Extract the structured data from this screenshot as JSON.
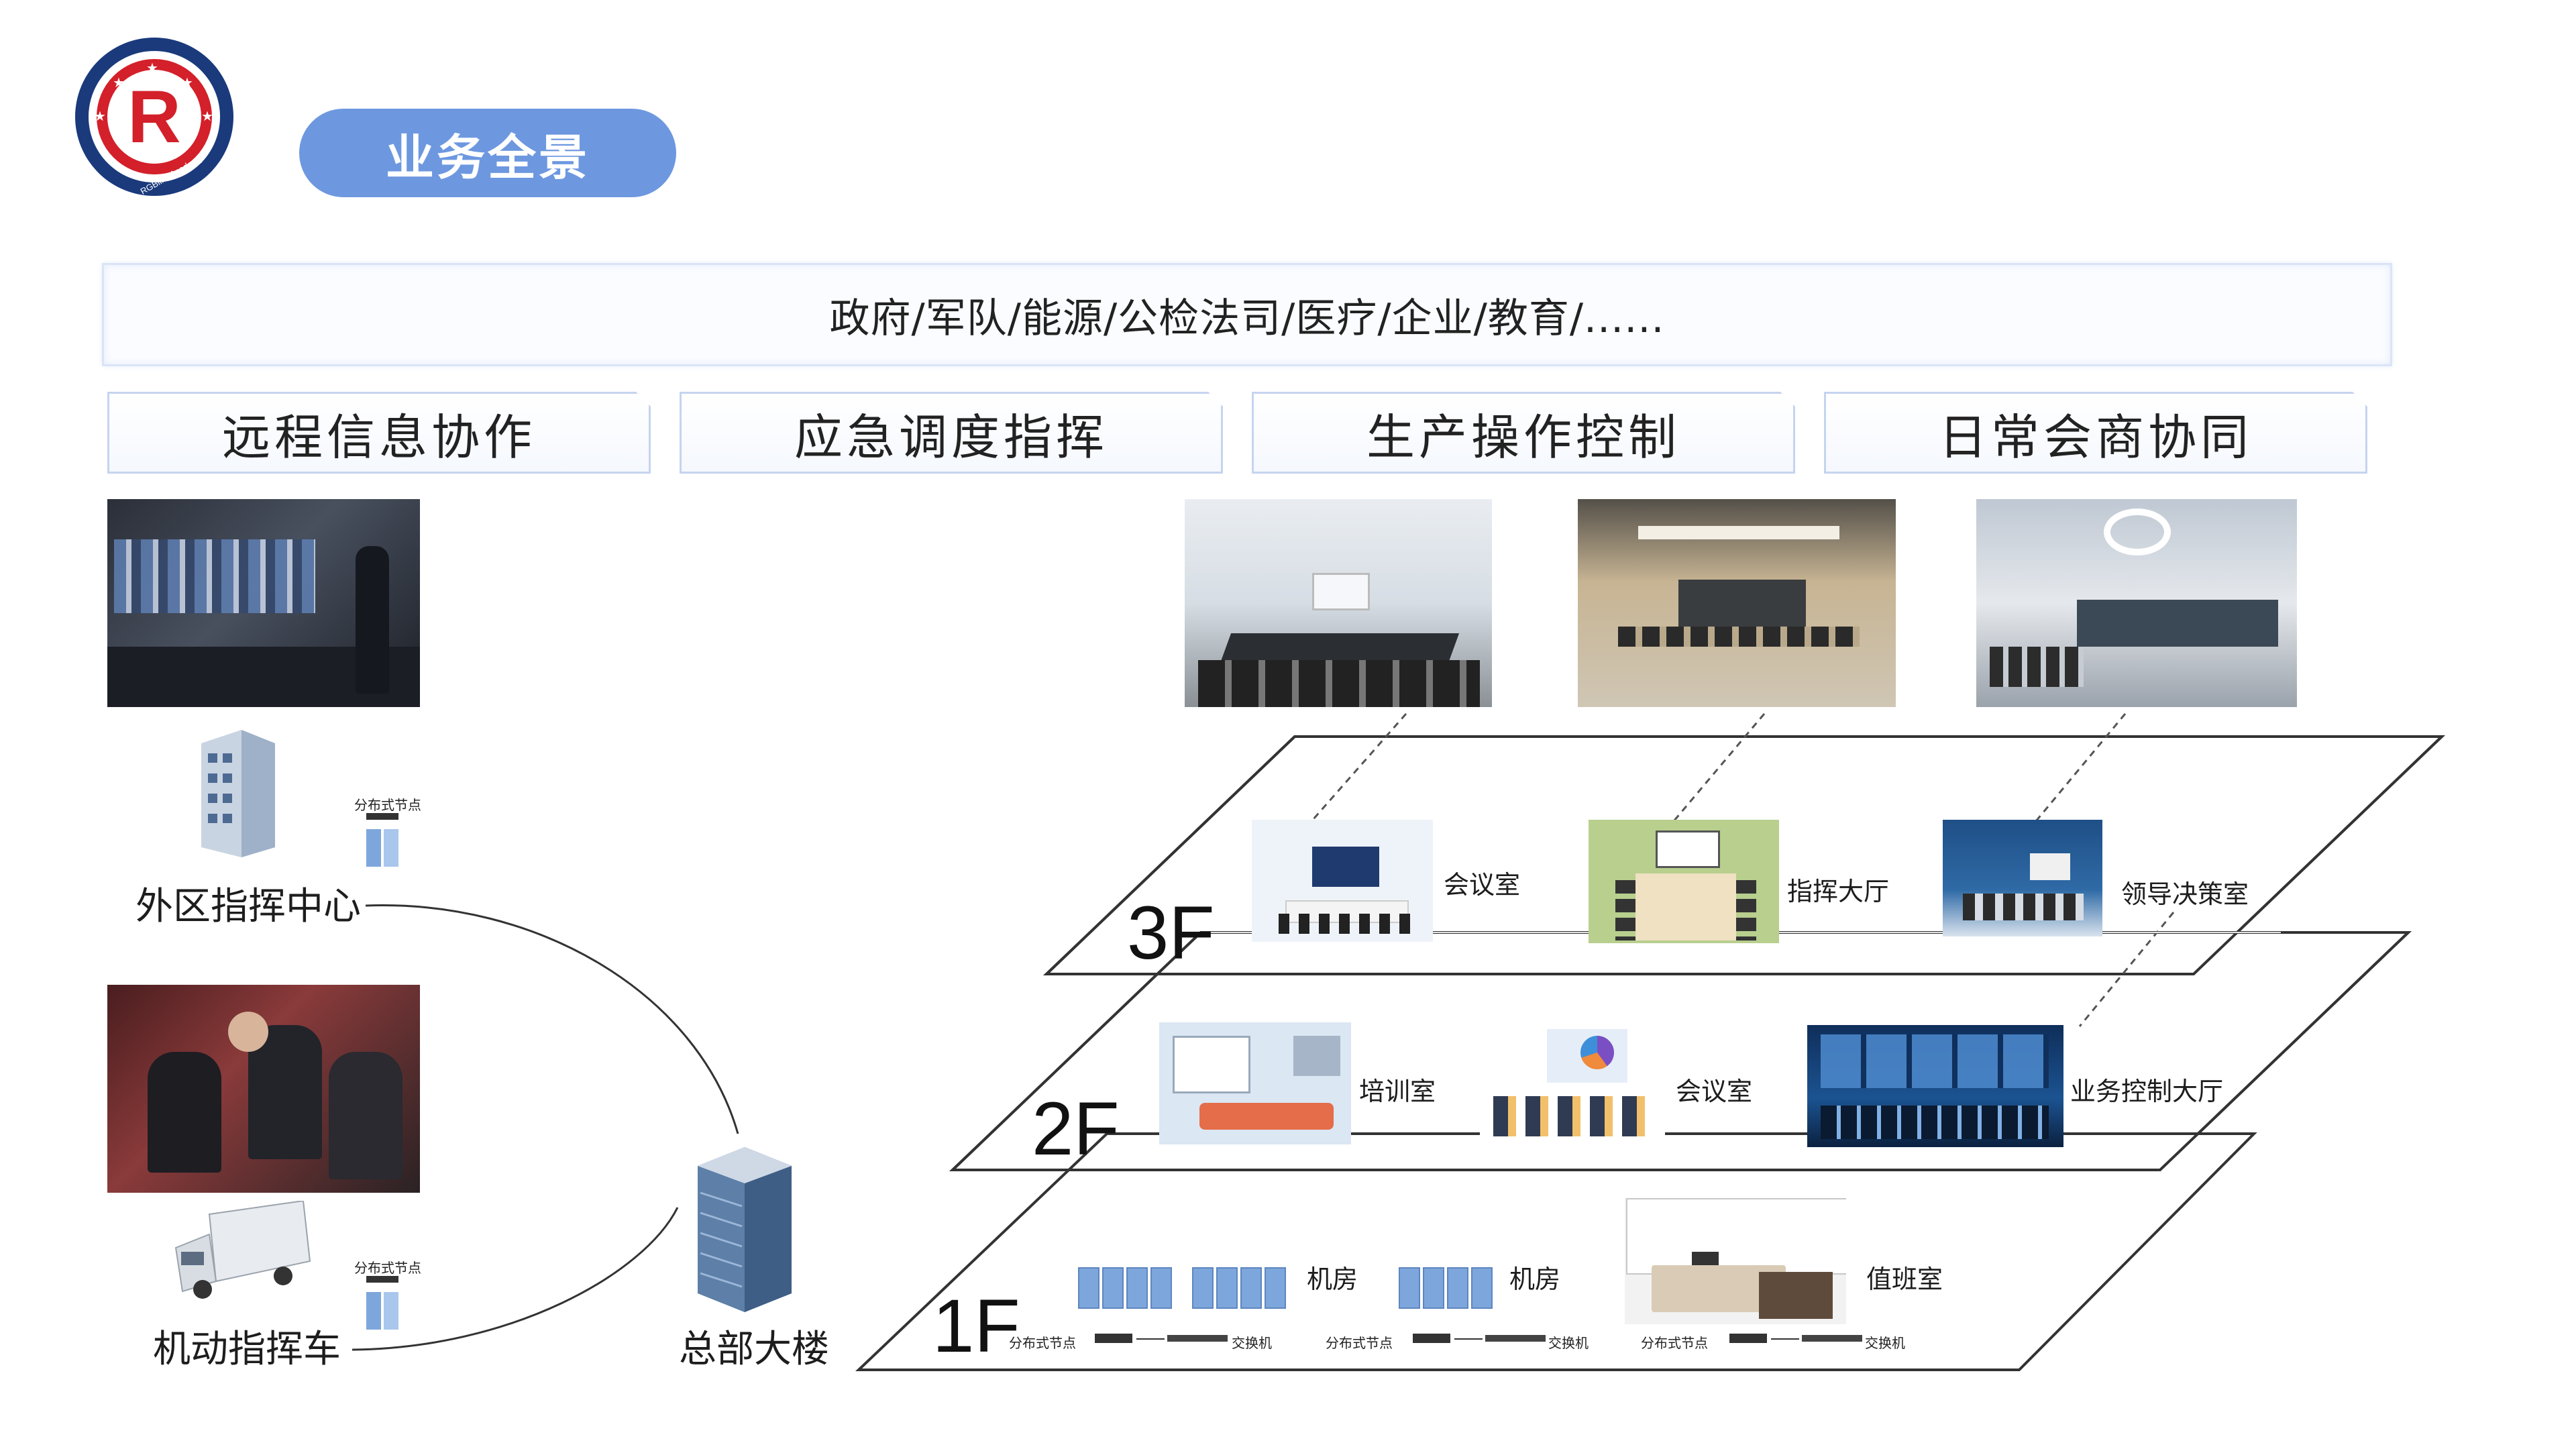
{
  "header": {
    "logo_letter": "R",
    "logo_ring_text": "RGBlink Academy",
    "title": "业务全景"
  },
  "sectors_banner": "政府/军队/能源/公检法司/医疗/企业/教育/......",
  "categories": [
    "远程信息协作",
    "应急调度指挥",
    "生产操作控制",
    "日常会商协同"
  ],
  "left": {
    "outer_center_label": "外区指挥中心",
    "vehicle_label": "机动指挥车",
    "hq_label": "总部大楼",
    "node_tag": "分布式节点"
  },
  "floors": {
    "f3": {
      "name": "3F",
      "rooms": [
        "会议室",
        "指挥大厅",
        "领导决策室"
      ]
    },
    "f2": {
      "name": "2F",
      "rooms": [
        "培训室",
        "会议室",
        "业务控制大厅"
      ]
    },
    "f1": {
      "name": "1F",
      "rooms": [
        "机房",
        "机房",
        "值班室"
      ],
      "node_label": "分布式节点",
      "switch_label": "交换机"
    }
  },
  "colors": {
    "accent": "#6d98e0",
    "logo_red": "#d3202a",
    "logo_navy": "#1a3a7c",
    "server_blue": "#7da6dc"
  }
}
